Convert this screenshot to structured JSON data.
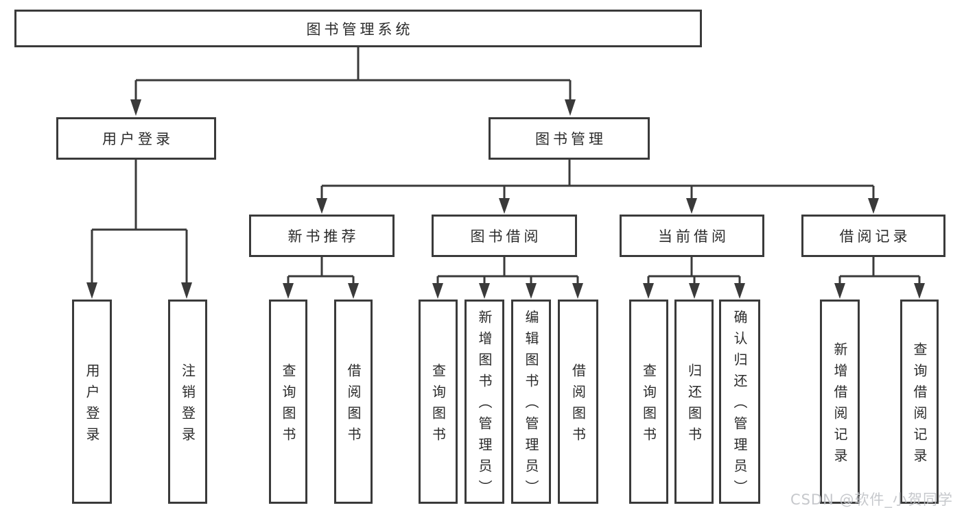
{
  "colors": {
    "line": "#3a3a3a",
    "box_border": "#3a3a3a",
    "text": "#2b2b2b",
    "watermark": "#bfc1c5"
  },
  "tree": {
    "root": {
      "label": "图书管理系统"
    },
    "branches": [
      {
        "label": "用户登录",
        "children": [
          {
            "label": "用户登录"
          },
          {
            "label": "注销登录"
          }
        ]
      },
      {
        "label": "图书管理",
        "children": [
          {
            "label": "新书推荐",
            "children": [
              {
                "label": "查询图书"
              },
              {
                "label": "借阅图书"
              }
            ]
          },
          {
            "label": "图书借阅",
            "children": [
              {
                "label": "查询图书"
              },
              {
                "label": "新增图书（管理员）"
              },
              {
                "label": "编辑图书（管理员）"
              },
              {
                "label": "借阅图书"
              }
            ]
          },
          {
            "label": "当前借阅",
            "children": [
              {
                "label": "查询图书"
              },
              {
                "label": "归还图书"
              },
              {
                "label": "确认归还（管理员）"
              }
            ]
          },
          {
            "label": "借阅记录",
            "children": [
              {
                "label": "新增借阅记录"
              },
              {
                "label": "查询借阅记录"
              }
            ]
          }
        ]
      }
    ]
  },
  "watermark": {
    "text": "CSDN @软件_小贺同学"
  }
}
